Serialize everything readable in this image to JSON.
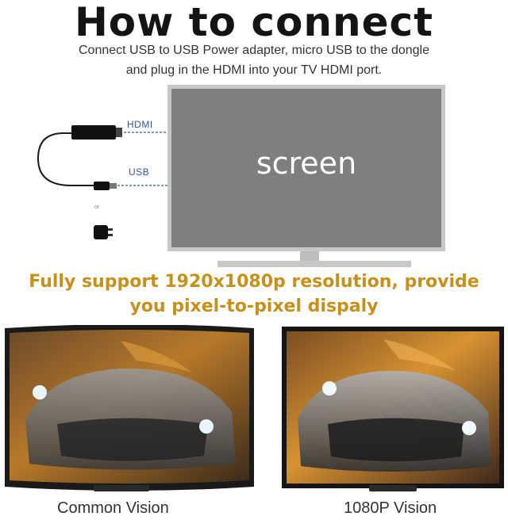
{
  "header": {
    "title": "How to connect",
    "line1": "Connect USB to USB Power adapter, micro USB to the dongle",
    "line2": "and plug in the HDMI into your TV HDMI port."
  },
  "diagram": {
    "screen_label": "screen",
    "hdmi_label": "HDMI",
    "usb_label": "USB",
    "or_label": "or"
  },
  "feature": {
    "line1": "Fully support 1920x1080p resolution, provide",
    "line2": "you pixel-to-pixel dispaly"
  },
  "comparison": {
    "left_caption": "Common Vision",
    "right_caption": "1080P Vision"
  },
  "colors": {
    "title": "#141414",
    "accent": "#c8901a",
    "port_label": "#2a5aa0",
    "tv_screen": "#7f7f7f"
  }
}
